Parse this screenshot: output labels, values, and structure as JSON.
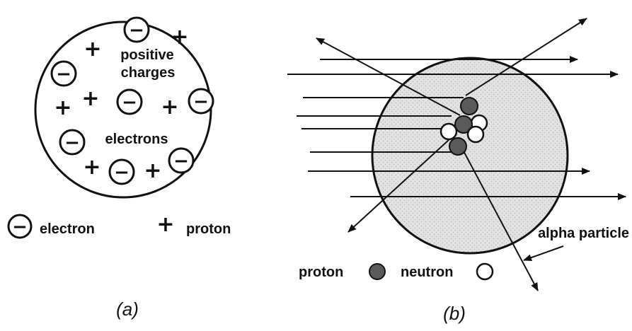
{
  "panel_a": {
    "caption": "(a)",
    "label_positive": "positive",
    "label_charges": "charges",
    "label_electrons": "electrons",
    "legend_electron": "electron",
    "legend_proton": "proton",
    "minus_symbol": "−",
    "plus_symbol": "+"
  },
  "panel_b": {
    "caption": "(b)",
    "label_alpha": "alpha particle",
    "legend_proton": "proton",
    "legend_neutron": "neutron"
  },
  "colors": {
    "ink": "#111111",
    "shade": "#dcdcdc",
    "proton_fill": "#555555",
    "neutron_fill": "#ffffff"
  }
}
